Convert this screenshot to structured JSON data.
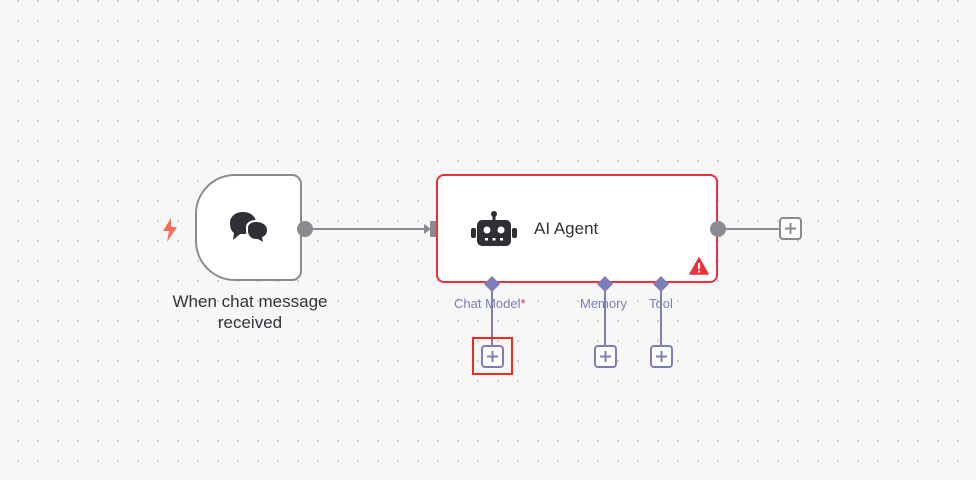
{
  "canvas": {
    "background": "#f7f7f8",
    "dot_color": "#c9c9cf"
  },
  "trigger_node": {
    "label_line1": "When chat message",
    "label_line2": "received",
    "icon": "chat-bubbles-icon",
    "trigger_icon": "lightning-bolt-icon",
    "border_color": "#8a8a90"
  },
  "agent_node": {
    "title": "AI Agent",
    "icon": "robot-icon",
    "status": "warning",
    "status_icon": "warning-triangle-icon",
    "border_color": "#e8323c"
  },
  "sub_ports": [
    {
      "label": "Chat Model",
      "required_mark": "*",
      "highlighted": true
    },
    {
      "label": "Memory",
      "required_mark": "",
      "highlighted": false
    },
    {
      "label": "Tool",
      "required_mark": "",
      "highlighted": false
    }
  ],
  "colors": {
    "port_accent": "#7d7db8",
    "error": "#e8323c",
    "highlight": "#ee2a1d",
    "connector": "#8a8a90",
    "trigger_bolt": "#ff6d5a"
  }
}
